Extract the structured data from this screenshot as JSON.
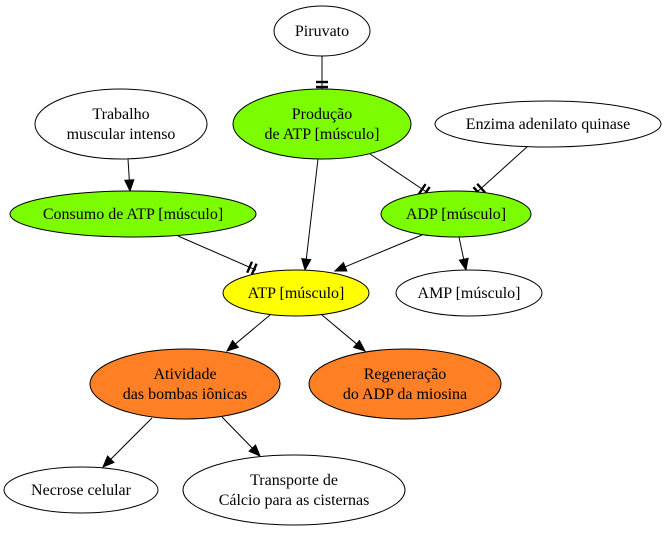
{
  "colors": {
    "white": "#ffffff",
    "green": "#7cfc00",
    "yellow": "#ffff00",
    "orange": "#ff7f24"
  },
  "nodes": {
    "piruvato": {
      "lines": [
        "Piruvato"
      ],
      "color": "white"
    },
    "trabalho": {
      "lines": [
        "Trabalho",
        "muscular intenso"
      ],
      "color": "white"
    },
    "producao_atp": {
      "lines": [
        "Produção",
        "de ATP [músculo]"
      ],
      "color": "green"
    },
    "enzima": {
      "lines": [
        "Enzima adenilato quinase"
      ],
      "color": "white"
    },
    "consumo_atp": {
      "lines": [
        "Consumo de ATP [músculo]"
      ],
      "color": "green"
    },
    "adp": {
      "lines": [
        "ADP [músculo]"
      ],
      "color": "green"
    },
    "atp": {
      "lines": [
        "ATP [músculo]"
      ],
      "color": "yellow"
    },
    "amp": {
      "lines": [
        "AMP [músculo]"
      ],
      "color": "white"
    },
    "atividade": {
      "lines": [
        "Atividade",
        "das bombas iônicas"
      ],
      "color": "orange"
    },
    "regeneracao": {
      "lines": [
        "Regeneração",
        "do ADP da miosina"
      ],
      "color": "orange"
    },
    "necrose": {
      "lines": [
        "Necrose celular"
      ],
      "color": "white"
    },
    "transporte": {
      "lines": [
        "Transporte de",
        "Cálcio para as cisternas"
      ],
      "color": "white"
    }
  },
  "edges": [
    {
      "from": "piruvato",
      "to": "producao_atp",
      "type": "inhibit"
    },
    {
      "from": "trabalho",
      "to": "consumo_atp",
      "type": "activate"
    },
    {
      "from": "producao_atp",
      "to": "atp",
      "type": "activate"
    },
    {
      "from": "producao_atp",
      "to": "adp",
      "type": "inhibit"
    },
    {
      "from": "enzima",
      "to": "adp",
      "type": "inhibit"
    },
    {
      "from": "consumo_atp",
      "to": "atp",
      "type": "inhibit"
    },
    {
      "from": "adp",
      "to": "atp",
      "type": "activate"
    },
    {
      "from": "adp",
      "to": "amp",
      "type": "activate"
    },
    {
      "from": "atp",
      "to": "atividade",
      "type": "activate"
    },
    {
      "from": "atp",
      "to": "regeneracao",
      "type": "activate"
    },
    {
      "from": "atividade",
      "to": "necrose",
      "type": "activate"
    },
    {
      "from": "atividade",
      "to": "transporte",
      "type": "activate"
    }
  ]
}
